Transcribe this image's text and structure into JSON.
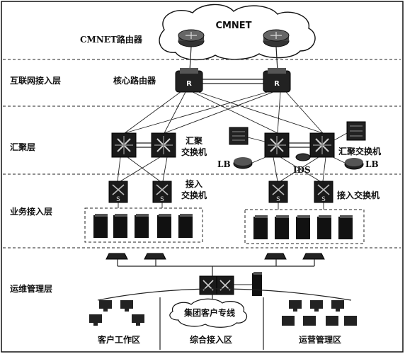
{
  "cloud": {
    "label": "CMNET"
  },
  "labels": {
    "cmnet_router": "CMNET路由器",
    "core_router": "核心路由器",
    "agg_switch_left_line1": "汇聚",
    "agg_switch_left_line2": "交换机",
    "agg_switch_right": "汇聚交换机",
    "access_switch_left_line1": "接入",
    "access_switch_left_line2": "交换机",
    "access_switch_right": "接入交换机",
    "lb_left": "LB",
    "lb_right": "LB",
    "ids": "IDS"
  },
  "device_marks": {
    "router": "R",
    "switch": "S"
  },
  "layers": {
    "internet_access": "互联网接入层",
    "aggregation": "汇聚层",
    "service_access": "业务接入层",
    "operations": "运维管理层"
  },
  "zones": {
    "customer_work": "客户工作区",
    "integrated_access": "综合接入区",
    "operations_mgmt": "运营管理区",
    "group_line": "集团客户专线"
  }
}
